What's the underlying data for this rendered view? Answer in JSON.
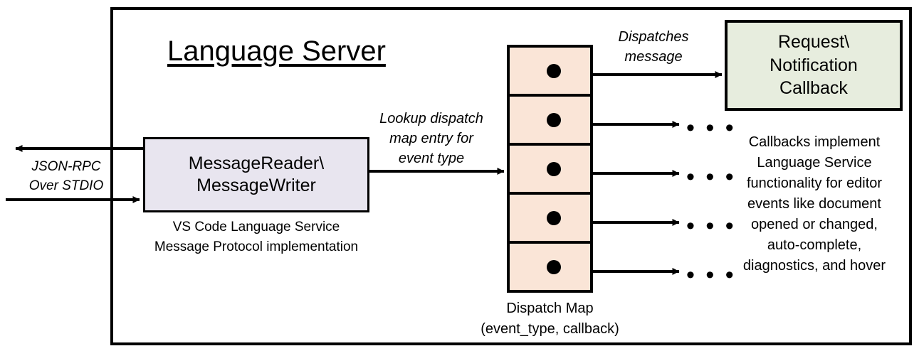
{
  "diagram": {
    "title": "Language Server",
    "colors": {
      "stroke": "#000000",
      "message_io_fill": "#E8E5EF",
      "dispatch_map_fill": "#FAE5D7",
      "callback_fill": "#E7EDDE",
      "background": "#FFFFFF"
    }
  },
  "message_io": {
    "label_line1": "MessageReader\\",
    "label_line2": "MessageWriter",
    "caption_line1": "VS Code Language Service",
    "caption_line2": "Message Protocol implementation"
  },
  "dispatch_map": {
    "caption_line1": "Dispatch Map",
    "caption_line2": "(event_type, callback)",
    "rows": [
      {
        "index": 1,
        "dot": "filled-dot"
      },
      {
        "index": 2,
        "dot": "filled-dot"
      },
      {
        "index": 3,
        "dot": "filled-dot"
      },
      {
        "index": 4,
        "dot": "filled-dot"
      },
      {
        "index": 5,
        "dot": "filled-dot"
      }
    ]
  },
  "callback": {
    "label_line1": "Request\\",
    "label_line2": "Notification",
    "label_line3": "Callback",
    "caption_line1": "Callbacks implement",
    "caption_line2": "Language Service",
    "caption_line3": "functionality for editor",
    "caption_line4": "events like document",
    "caption_line5": "opened or changed,",
    "caption_line6": "auto-complete,",
    "caption_line7": "diagnostics, and hover"
  },
  "edges": {
    "jsonrpc_line1": "JSON-RPC",
    "jsonrpc_line2": "Over STDIO",
    "lookup_line1": "Lookup dispatch",
    "lookup_line2": "map entry for",
    "lookup_line3": "event type",
    "dispatches_line1": "Dispatches",
    "dispatches_line2": "message",
    "ellipsis": "• • •"
  }
}
